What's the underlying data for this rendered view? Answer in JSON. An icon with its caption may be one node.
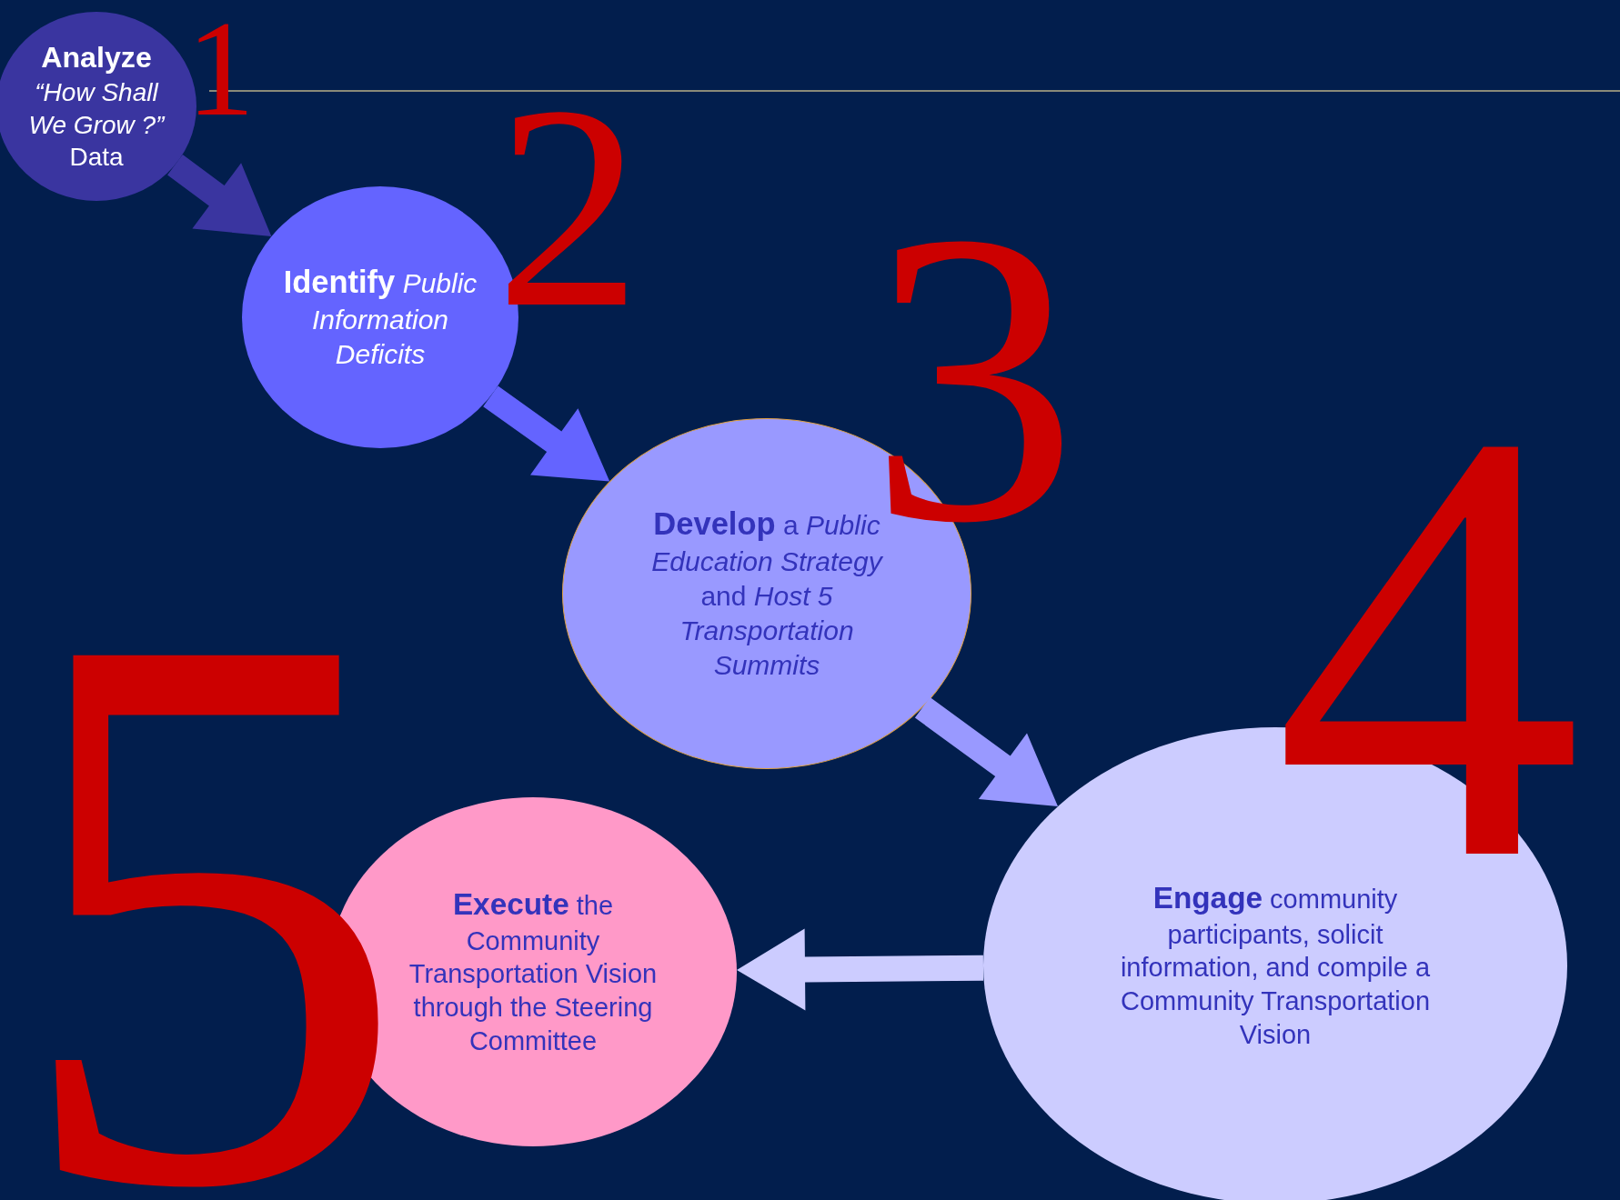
{
  "diagram": {
    "nodes": [
      {
        "text": [
          "**Analyze** *“How Shall We Grow ?”* Data"
        ]
      },
      {
        "text": [
          "**Identify** *Public Information Deficits*"
        ]
      },
      {
        "text": [
          "**Develop** a *Public Education Strategy* and *Host 5 Transportation Summits*"
        ]
      },
      {
        "text": [
          "**Engage** community participants, solicit information, and compile a Community Transportation Vision"
        ]
      },
      {
        "text": [
          "**Execute** the Community Transportation Vision through the Steering Committee"
        ]
      }
    ],
    "edges": [
      {
        "from": 0,
        "to": 1,
        "arrow": "to",
        "style": "thick",
        "color": "#3a35a0"
      },
      {
        "from": 1,
        "to": 2,
        "arrow": "to",
        "style": "thick",
        "color": "#6464ff"
      },
      {
        "from": 2,
        "to": 3,
        "arrow": "to",
        "style": "thick",
        "color": "#9999ff"
      },
      {
        "from": 3,
        "to": 4,
        "arrow": "to",
        "style": "thick",
        "color": "#ccccff"
      }
    ],
    "labels": [
      "1",
      "2",
      "3",
      "4",
      "5"
    ]
  }
}
